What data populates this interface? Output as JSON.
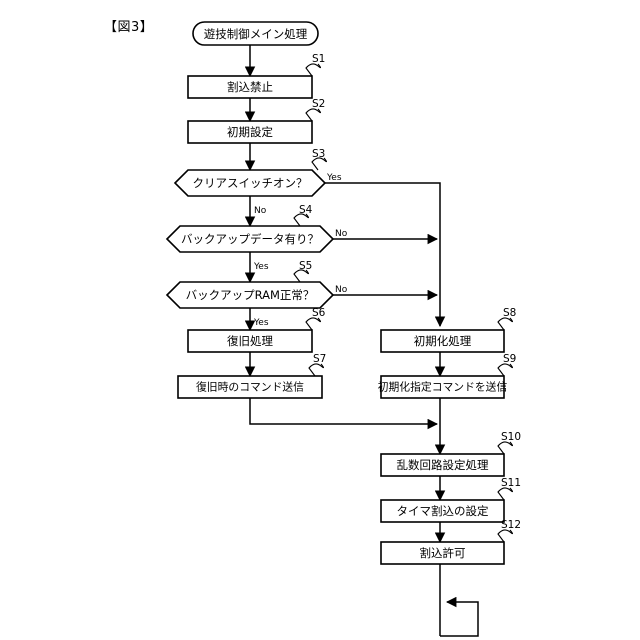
{
  "figure": {
    "number_label": "【図3】",
    "title": "遊技制御メイン処理"
  },
  "nodes": {
    "start": {
      "id": "start",
      "label": "遊技制御メイン処理",
      "shape": "terminator"
    },
    "s1": {
      "id": "S1",
      "step": "S1",
      "label": "割込禁止",
      "shape": "process"
    },
    "s2": {
      "id": "S2",
      "step": "S2",
      "label": "初期設定",
      "shape": "process"
    },
    "s3": {
      "id": "S3",
      "step": "S3",
      "label": "クリアスイッチオン？",
      "shape": "decision"
    },
    "s4": {
      "id": "S4",
      "step": "S4",
      "label": "バックアップデータ有り？",
      "shape": "decision"
    },
    "s5": {
      "id": "S5",
      "step": "S5",
      "label": "バックアップRAM正常？",
      "shape": "decision"
    },
    "s6": {
      "id": "S6",
      "step": "S6",
      "label": "復旧処理",
      "shape": "process"
    },
    "s7": {
      "id": "S7",
      "step": "S7",
      "label": "復旧時のコマンド送信",
      "shape": "process"
    },
    "s8": {
      "id": "S8",
      "step": "S8",
      "label": "初期化処理",
      "shape": "process"
    },
    "s9": {
      "id": "S9",
      "step": "S9",
      "label": "初期化指定コマンドを送信",
      "shape": "process"
    },
    "s10": {
      "id": "S10",
      "step": "S10",
      "label": "乱数回路設定処理",
      "shape": "process"
    },
    "s11": {
      "id": "S11",
      "step": "S11",
      "label": "タイマ割込の設定",
      "shape": "process"
    },
    "s12": {
      "id": "S12",
      "step": "S12",
      "label": "割込許可",
      "shape": "process"
    },
    "loop": {
      "id": "loop",
      "label": "",
      "shape": "loop-back"
    }
  },
  "edge_labels": {
    "s3_yes": "Yes",
    "s3_no": "No",
    "s4_no": "No",
    "s4_yes": "Yes",
    "s5_no": "No",
    "s5_yes": "Yes"
  },
  "colors": {
    "stroke": "#000000",
    "fill": "#ffffff",
    "background": "#ffffff"
  }
}
